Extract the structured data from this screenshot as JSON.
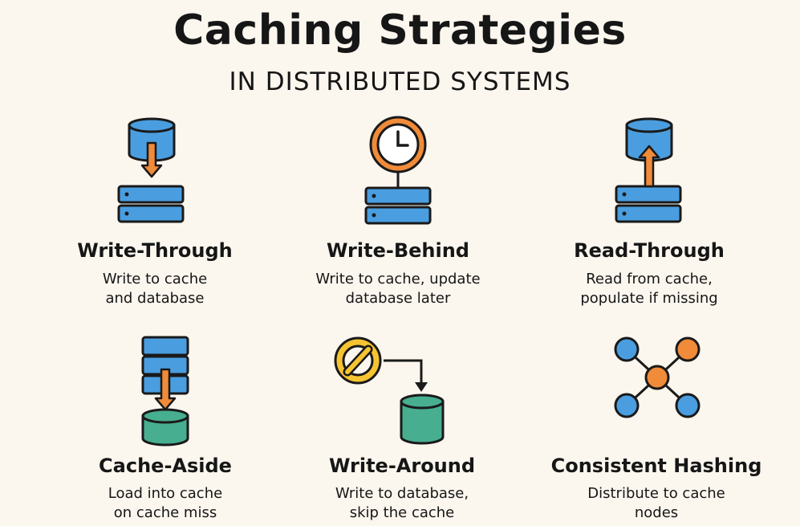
{
  "title": "Caching Strategies",
  "subtitle": "IN DISTRIBUTED SYSTEMS",
  "colors": {
    "background": "#fbf6ee",
    "blue": "#4a9ee0",
    "green": "#47ae8f",
    "orange": "#f08b3a",
    "yellow": "#f6c431",
    "outline": "#1a1a1a"
  },
  "strategies": [
    {
      "icon": "cache-over-server-down-arrow-icon",
      "name": "Write-Through",
      "desc_lines": [
        "Write to cache",
        "and database"
      ]
    },
    {
      "icon": "clock-over-server-icon",
      "name": "Write-Behind",
      "desc_lines": [
        "Write to cache, update",
        "database later"
      ]
    },
    {
      "icon": "server-up-arrow-cache-icon",
      "name": "Read-Through",
      "desc_lines": [
        "Read from cache,",
        "populate if missing"
      ]
    },
    {
      "icon": "server-down-arrow-database-icon",
      "name": "Cache-Aside",
      "desc_lines": [
        "Load into cache",
        "on cache miss"
      ]
    },
    {
      "icon": "prohibited-arrow-database-icon",
      "name": "Write-Around",
      "desc_lines": [
        "Write to database,",
        "skip the cache"
      ]
    },
    {
      "icon": "hash-ring-nodes-icon",
      "name": "Consistent Hashing",
      "desc_lines": [
        "Distribute to cache",
        "nodes"
      ]
    }
  ]
}
